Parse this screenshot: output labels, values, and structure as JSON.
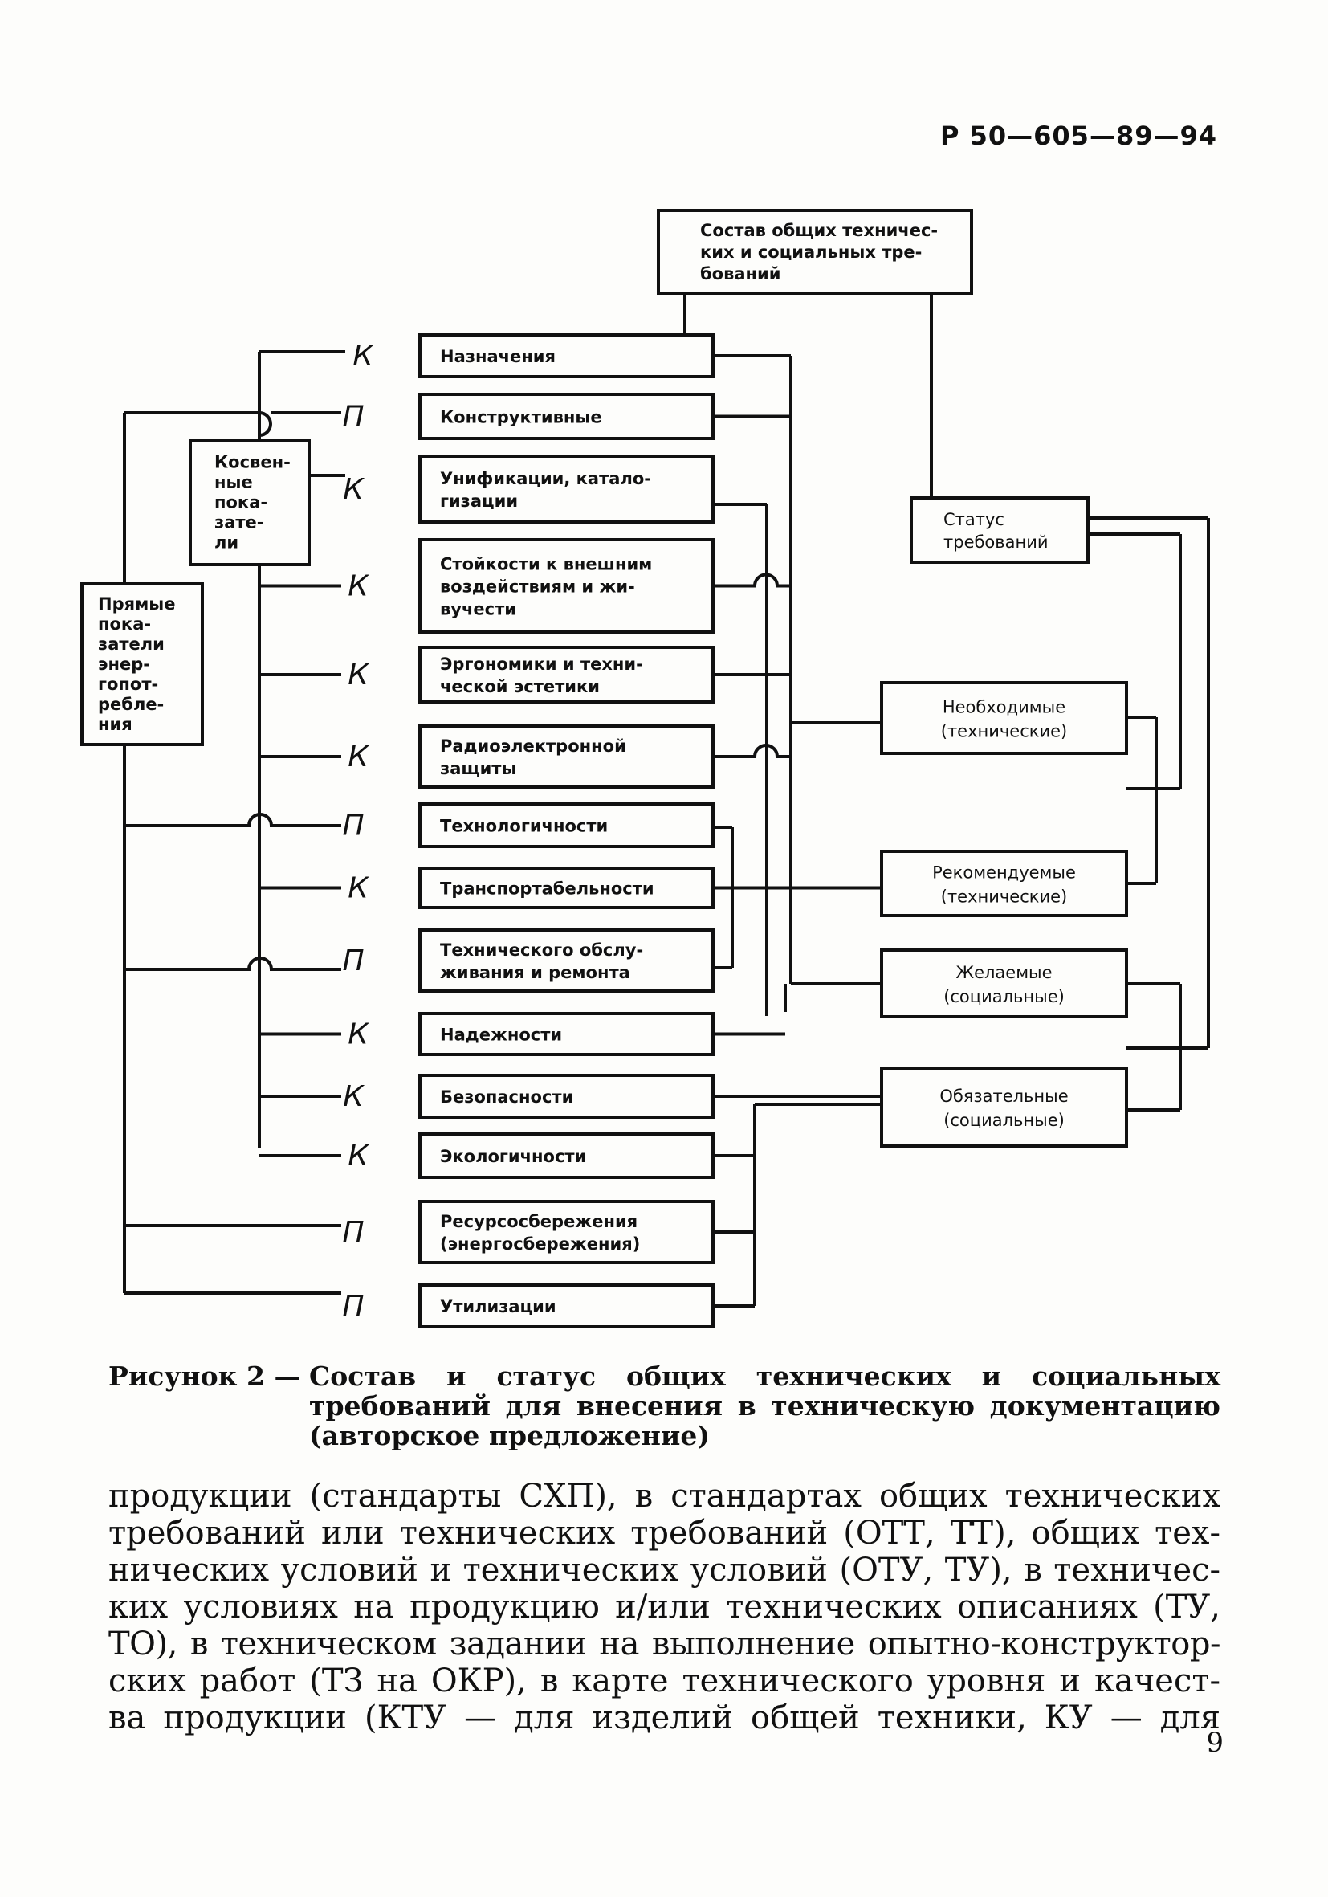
{
  "header": {
    "doc_code": "Р 50—605—89—94"
  },
  "diagram": {
    "top_box": [
      "Состав общих техничес-",
      "ких и социальных тре-",
      "бований"
    ],
    "status_box": [
      "Статус",
      "требований"
    ],
    "indirect_box": [
      "Косвен-",
      "ные",
      "пока-",
      "зате-",
      "ли"
    ],
    "direct_box": [
      "Прямые",
      "пока-",
      "затели",
      "энер-",
      "гопот-",
      "ребле-",
      "ния"
    ],
    "requirements": [
      {
        "lines": [
          "Назначения"
        ],
        "marker": "К"
      },
      {
        "lines": [
          "Конструктивные"
        ],
        "marker": "П"
      },
      {
        "lines": [
          "Унификации, катало-",
          "гизации"
        ],
        "marker": "К"
      },
      {
        "lines": [
          "Стойкости к внешним",
          "воздействиям и жи-",
          "вучести"
        ],
        "marker": "К"
      },
      {
        "lines": [
          "Эргономики и техни-",
          "ческой эстетики"
        ],
        "marker": "К"
      },
      {
        "lines": [
          "Радиоэлектронной",
          "защиты"
        ],
        "marker": "К"
      },
      {
        "lines": [
          "Технологичности"
        ],
        "marker": "П"
      },
      {
        "lines": [
          "Транспортабельности"
        ],
        "marker": "К"
      },
      {
        "lines": [
          "Технического обслу-",
          "живания и ремонта"
        ],
        "marker": "П"
      },
      {
        "lines": [
          "Надежности"
        ],
        "marker": "К"
      },
      {
        "lines": [
          "Безопасности"
        ],
        "marker": "К"
      },
      {
        "lines": [
          "Экологичности"
        ],
        "marker": "К"
      },
      {
        "lines": [
          "Ресурсосбережения",
          "(энергосбережения)"
        ],
        "marker": "П"
      },
      {
        "lines": [
          "Утилизации"
        ],
        "marker": "П"
      }
    ],
    "statuses": [
      {
        "lines": [
          "Необходимые",
          "(технические)"
        ]
      },
      {
        "lines": [
          "Рекомендуемые",
          "(технические)"
        ]
      },
      {
        "lines": [
          "Желаемые",
          "(социальные)"
        ]
      },
      {
        "lines": [
          "Обязательные",
          "(социальные)"
        ]
      }
    ]
  },
  "caption": {
    "label": "Рисунок 2 —",
    "text": "Состав и статус общих технических и социальных требований для внесения в техническую документацию (авторское предложение)"
  },
  "body_lines": [
    "продукции (стандарты СХП), в стандартах общих технических",
    "требований или технических требований (ОТТ, ТТ), общих тех-",
    "нических условий и технических условий (ОТУ, ТУ), в техничес-",
    "ких условиях на продукцию и/или технических описаниях (ТУ,",
    "ТО), в техническом задании на выполнение опытно-конструктор-",
    "ских работ (ТЗ на ОКР), в карте технического уровня и качест-",
    "ва продукции (КТУ — для изделий общей техники, КУ — для"
  ],
  "page_number": "9"
}
